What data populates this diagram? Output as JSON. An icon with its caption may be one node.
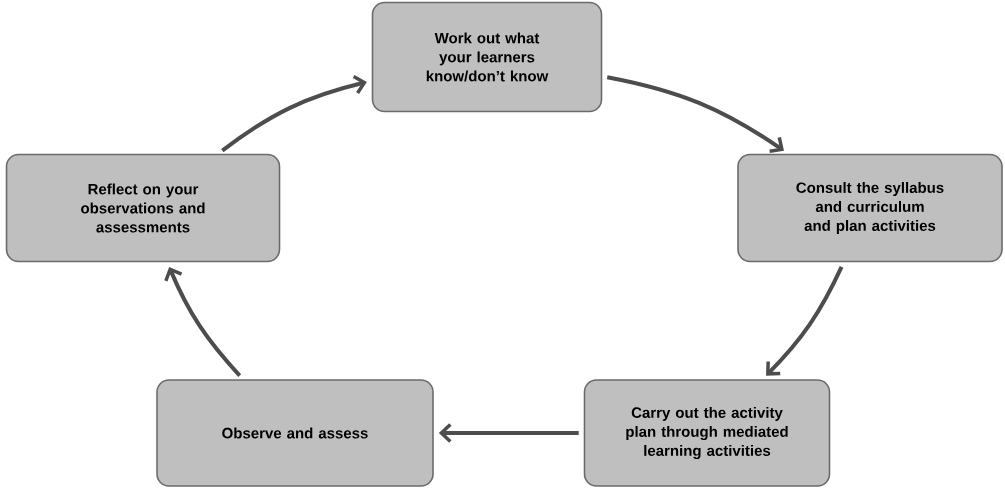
{
  "diagram": {
    "nodes": [
      {
        "text": [
          "Work out what your learners know/don’t know"
        ]
      },
      {
        "text": [
          "Consult the syllabus and curriculum and plan activities"
        ]
      },
      {
        "text": [
          "Carry out the activity plan through mediated learning activities"
        ]
      },
      {
        "text": [
          "Observe and assess"
        ]
      },
      {
        "text": [
          "Reflect on your observations and assessments"
        ]
      }
    ],
    "edges": [
      {
        "from": 0,
        "to": 1,
        "arrow": "to"
      },
      {
        "from": 1,
        "to": 2,
        "arrow": "to"
      },
      {
        "from": 2,
        "to": 3,
        "arrow": "to"
      },
      {
        "from": 3,
        "to": 4,
        "arrow": "to"
      },
      {
        "from": 4,
        "to": 0,
        "arrow": "to"
      }
    ]
  }
}
